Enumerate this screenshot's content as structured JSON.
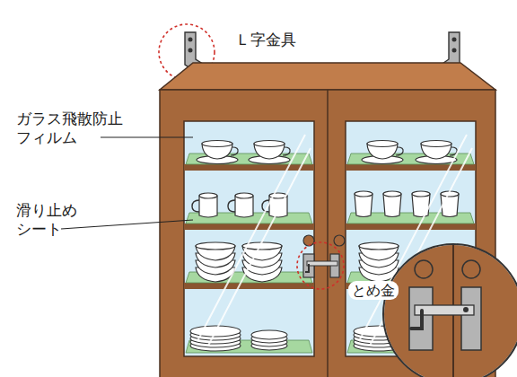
{
  "diagram": {
    "labels": [
      "Ｌ字金具",
      "ガラス飛散防止 フィルム",
      "滑り止め シート",
      "とめ金"
    ]
  }
}
